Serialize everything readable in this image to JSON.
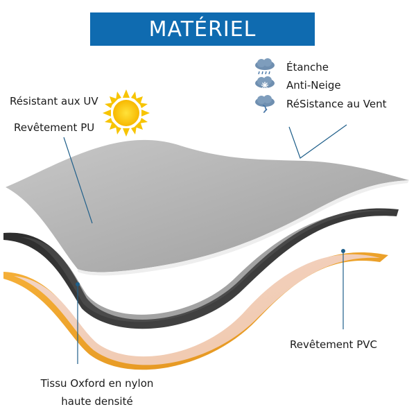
{
  "banner": {
    "title": "MATÉRIEL"
  },
  "features": [
    {
      "icon": "rain-cloud-icon",
      "label": "Étanche"
    },
    {
      "icon": "snow-cloud-icon",
      "label": "Anti-Neige"
    },
    {
      "icon": "wind-cloud-icon",
      "label": "RéSistance au Vent"
    }
  ],
  "labels": {
    "uv": "Résistant aux UV",
    "pu": "Revêtement PU",
    "pvc": "Revêtement PVC",
    "oxford_line1": "Tissu Oxford en nylon",
    "oxford_line2": "haute densité"
  },
  "colors": {
    "banner": "#0f6bb0",
    "orange_layer": "#f0a020",
    "dark_layer": "#3a3a3a",
    "light_layer": "#a9a9a9",
    "callout_line": "#1f5f8a"
  }
}
